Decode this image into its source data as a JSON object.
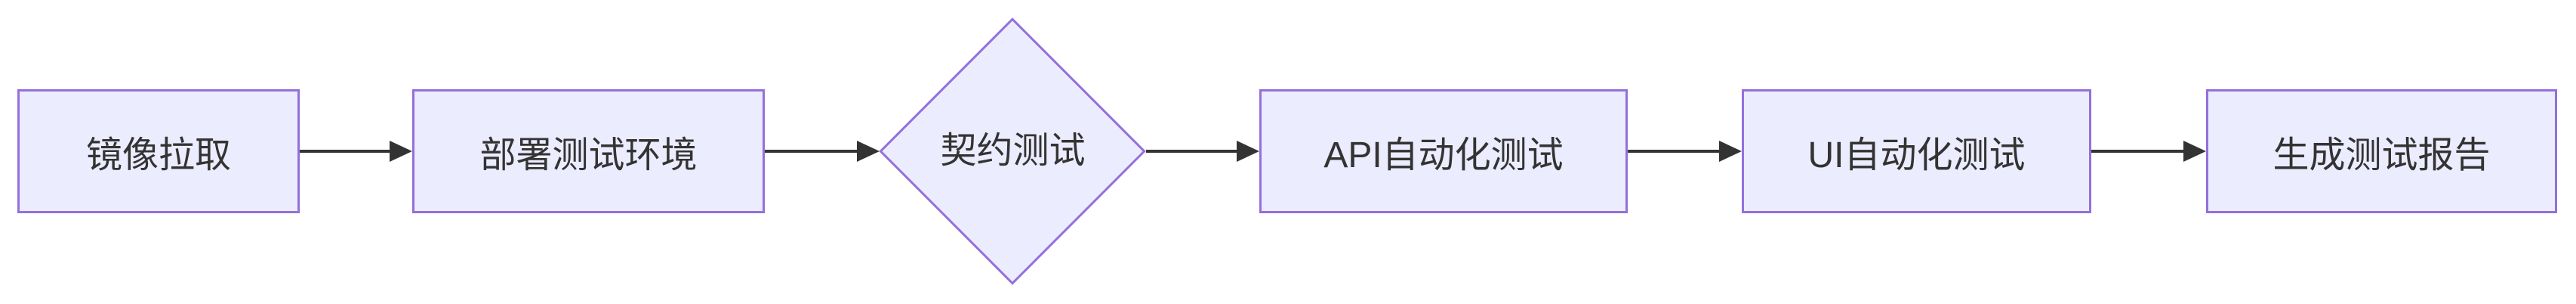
{
  "diagram": {
    "type": "flowchart",
    "direction": "left-to-right",
    "colors": {
      "background": "#ffffff",
      "node_fill": "#ECECFF",
      "node_border": "#9370DB",
      "edge_color": "#333333",
      "text_color": "#333333"
    },
    "nodes": [
      {
        "id": "image-pull",
        "label": "镜像拉取",
        "shape": "rectangle"
      },
      {
        "id": "deploy-test-env",
        "label": "部署测试环境",
        "shape": "rectangle"
      },
      {
        "id": "contract-test",
        "label": "契约测试",
        "shape": "diamond"
      },
      {
        "id": "api-automation-test",
        "label": "API自动化测试",
        "shape": "rectangle"
      },
      {
        "id": "ui-automation-test",
        "label": "UI自动化测试",
        "shape": "rectangle"
      },
      {
        "id": "generate-test-report",
        "label": "生成测试报告",
        "shape": "rectangle"
      }
    ],
    "edges": [
      {
        "from": "镜像拉取",
        "to": "部署测试环境",
        "style": "arrow"
      },
      {
        "from": "部署测试环境",
        "to": "契约测试",
        "style": "arrow"
      },
      {
        "from": "契约测试",
        "to": "API自动化测试",
        "style": "arrow"
      },
      {
        "from": "API自动化测试",
        "to": "UI自动化测试",
        "style": "arrow"
      },
      {
        "from": "UI自动化测试",
        "to": "生成测试报告",
        "style": "arrow"
      }
    ]
  }
}
